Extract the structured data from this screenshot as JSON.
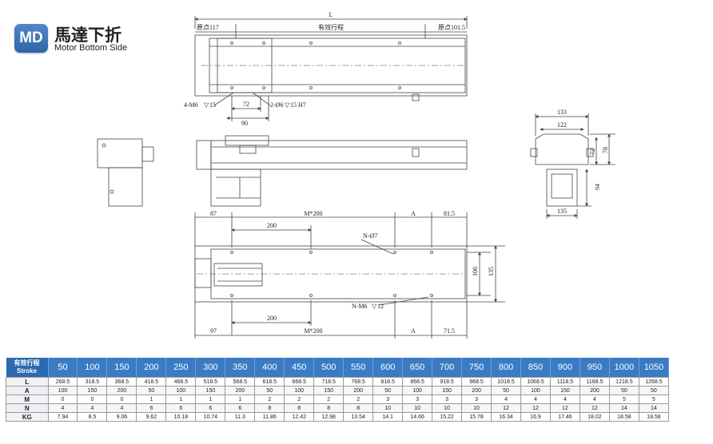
{
  "header": {
    "badge": "MD",
    "title": "馬達下折",
    "subtitle": "Motor Bottom Side"
  },
  "top_view": {
    "L": "L",
    "origin_left": "原点117",
    "stroke": "有效行程",
    "origin_right": "原点101.5",
    "screw": "4-M6",
    "screw_depth": "15",
    "dim_72": "72",
    "dim_90": "90",
    "pin": "2-Ø6",
    "pin_depth": "15 H7"
  },
  "end_view": {
    "w133": "133",
    "w122": "122",
    "h72": "72",
    "h78": "78",
    "h94": "94",
    "w135": "135"
  },
  "bottom_view": {
    "d87": "87",
    "m200_top": "M*200",
    "a_top": "A",
    "d815": "81.5",
    "d200_top": "200",
    "n_hole": "N-Ø7",
    "h106": "106",
    "h135": "135",
    "n_screw": "N-M6",
    "n_screw_depth": "12",
    "d200_bot": "200",
    "d97": "97",
    "m200_bot": "M*200",
    "a_bot": "A",
    "d715": "71.5"
  },
  "table": {
    "header_label_cn": "有效行程",
    "header_label_en": "Stroke",
    "strokes": [
      "50",
      "100",
      "150",
      "200",
      "250",
      "300",
      "350",
      "400",
      "450",
      "500",
      "550",
      "600",
      "650",
      "700",
      "750",
      "800",
      "850",
      "900",
      "950",
      "1000",
      "1050"
    ],
    "rows": [
      {
        "label": "L",
        "values": [
          "268.5",
          "318.5",
          "368.5",
          "418.5",
          "468.5",
          "518.5",
          "568.5",
          "618.5",
          "668.5",
          "718.5",
          "768.5",
          "818.5",
          "868.5",
          "918.5",
          "968.5",
          "1018.5",
          "1068.5",
          "1118.5",
          "1168.5",
          "1218.5",
          "1268.5"
        ]
      },
      {
        "label": "A",
        "values": [
          "100",
          "150",
          "200",
          "50",
          "100",
          "150",
          "200",
          "50",
          "100",
          "150",
          "200",
          "50",
          "100",
          "150",
          "200",
          "50",
          "100",
          "150",
          "200",
          "50",
          "50"
        ]
      },
      {
        "label": "M",
        "values": [
          "0",
          "0",
          "0",
          "1",
          "1",
          "1",
          "1",
          "2",
          "2",
          "2",
          "2",
          "3",
          "3",
          "3",
          "3",
          "4",
          "4",
          "4",
          "4",
          "5",
          "5"
        ]
      },
      {
        "label": "N",
        "values": [
          "4",
          "4",
          "4",
          "6",
          "6",
          "6",
          "6",
          "8",
          "8",
          "8",
          "8",
          "10",
          "10",
          "10",
          "10",
          "12",
          "12",
          "12",
          "12",
          "14",
          "14"
        ]
      },
      {
        "label": "KG",
        "values": [
          "7.94",
          "8.5",
          "9.06",
          "9.62",
          "10.18",
          "10.74",
          "11.3",
          "11.86",
          "12.42",
          "12.98",
          "13.54",
          "14.1",
          "14.66",
          "15.22",
          "15.78",
          "16.34",
          "16.9",
          "17.46",
          "18.02",
          "18.58",
          "18.58"
        ]
      }
    ]
  }
}
